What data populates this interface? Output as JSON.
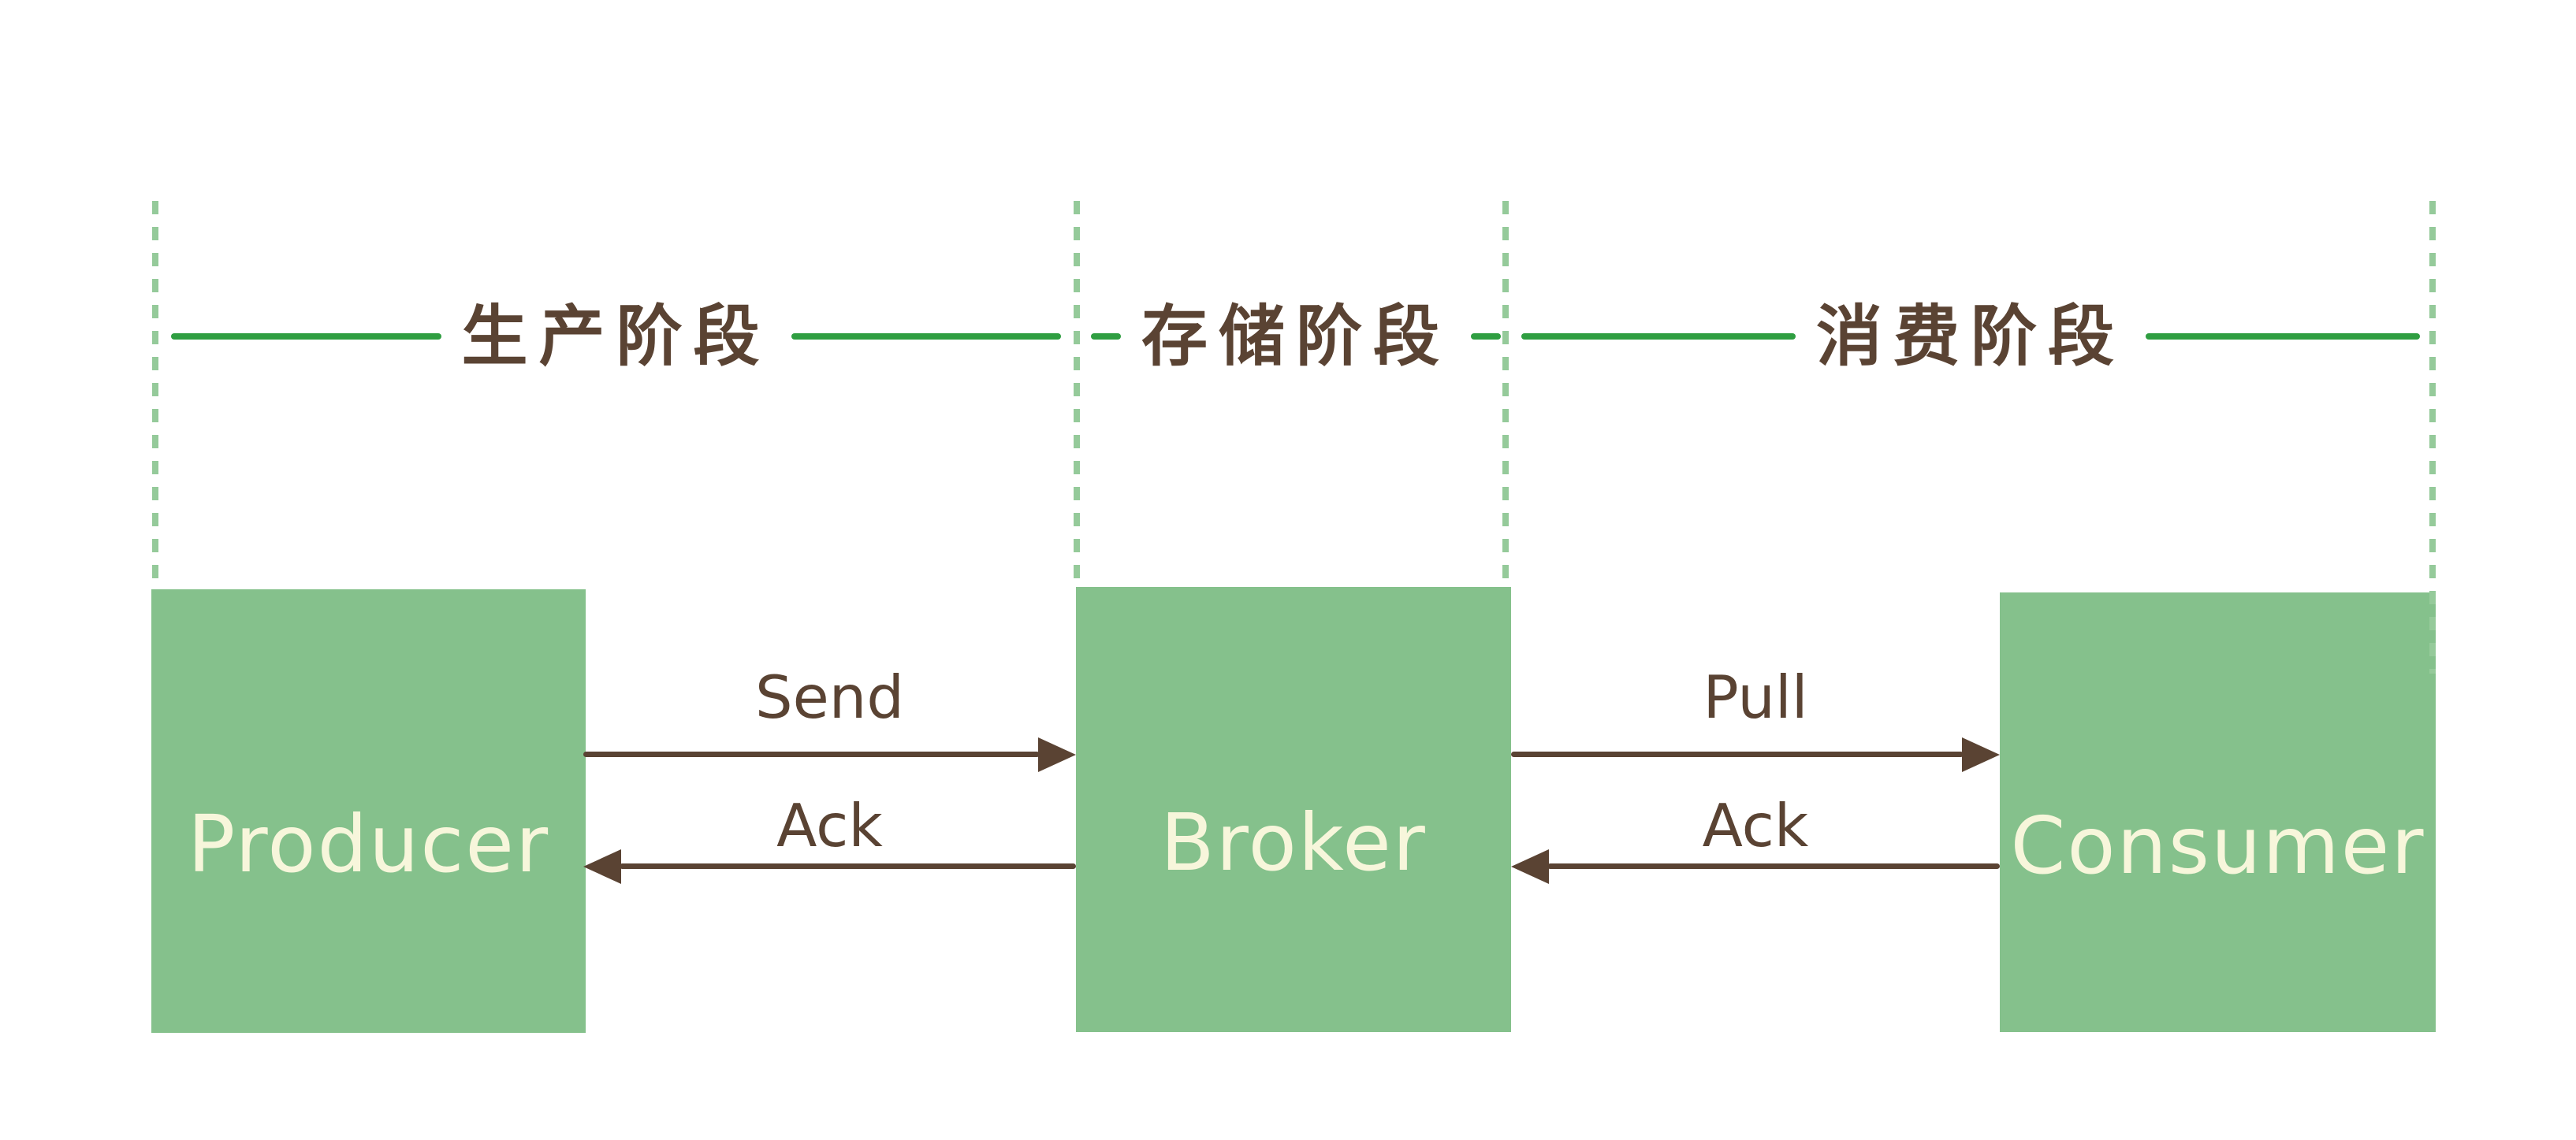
{
  "diagram": {
    "phases": [
      {
        "label": "生产阶段"
      },
      {
        "label": "存储阶段"
      },
      {
        "label": "消费阶段"
      }
    ],
    "nodes": [
      {
        "label": "Producer"
      },
      {
        "label": "Broker"
      },
      {
        "label": "Consumer"
      }
    ],
    "messages": [
      {
        "label": "Send",
        "from": "Producer",
        "to": "Broker",
        "direction": "right"
      },
      {
        "label": "Ack",
        "from": "Broker",
        "to": "Producer",
        "direction": "left"
      },
      {
        "label": "Pull",
        "from": "Broker",
        "to": "Consumer",
        "direction": "right"
      },
      {
        "label": "Ack",
        "from": "Consumer",
        "to": "Broker",
        "direction": "left"
      }
    ]
  },
  "colors": {
    "node_fill": "#85c18c",
    "node_text": "#f7f6db",
    "phase_line": "#2f9e41",
    "lifeline_dash": "#95ca9a",
    "ink": "#5a4333",
    "background": "#ffffff"
  }
}
